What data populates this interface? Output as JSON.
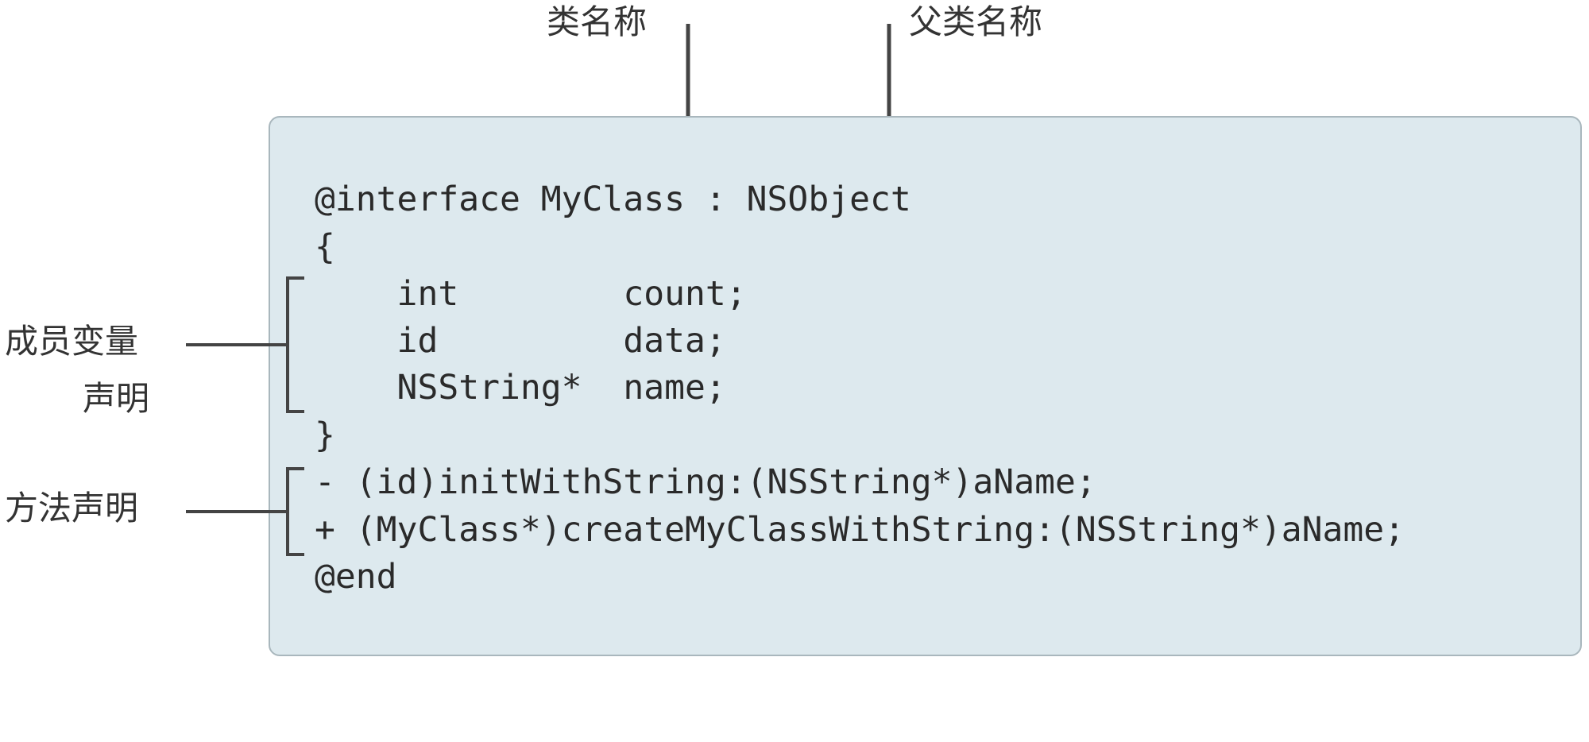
{
  "labels": {
    "class_name": "类名称",
    "superclass_name": "父类名称",
    "member_variables_line1": "成员变量",
    "member_variables_line2": "声明",
    "method_declarations": "方法声明"
  },
  "code": {
    "lines": [
      "@interface MyClass : NSObject",
      "{",
      "    int        count;",
      "    id         data;",
      "    NSString*  name;",
      "}",
      "- (id)initWithString:(NSString*)aName;",
      "+ (MyClass*)createMyClassWithString:(NSString*)aName;",
      "@end"
    ]
  },
  "colors": {
    "box_fill": "#dde9ee",
    "box_border": "#a9b7bd",
    "text": "#2a2a2a",
    "label_text": "#333333",
    "lines": "#444444"
  }
}
